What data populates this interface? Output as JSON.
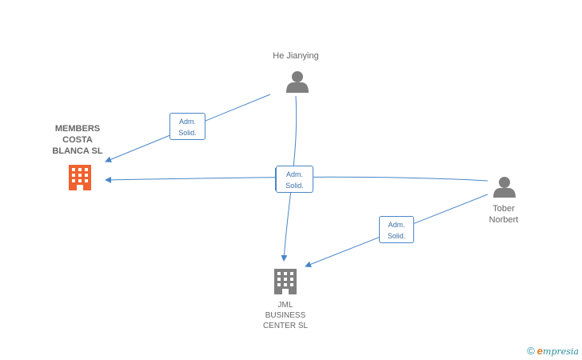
{
  "nodes": {
    "he_jianying": {
      "label": "He Jianying"
    },
    "tober_norbert": {
      "line1": "Tober",
      "line2": "Norbert"
    },
    "members_costa": {
      "line1": "MEMBERS",
      "line2": "COSTA",
      "line3": "BLANCA SL",
      "color": "#f0622e"
    },
    "jml_business": {
      "line1": "JML",
      "line2": "BUSINESS",
      "line3": "CENTER SL",
      "color": "#7f7f7f"
    }
  },
  "edges": [
    {
      "line1": "Adm.",
      "line2": "Solid."
    },
    {
      "line1": "Adm.",
      "line2": "Solid."
    },
    {
      "line1": "Adm.",
      "line2": "Solid."
    }
  ],
  "colors": {
    "edge": "#4a86c8",
    "person": "#7f7f7f"
  },
  "footer": {
    "copyright_symbol": "©",
    "brand_e": "e",
    "brand_rest": "mpresia"
  }
}
